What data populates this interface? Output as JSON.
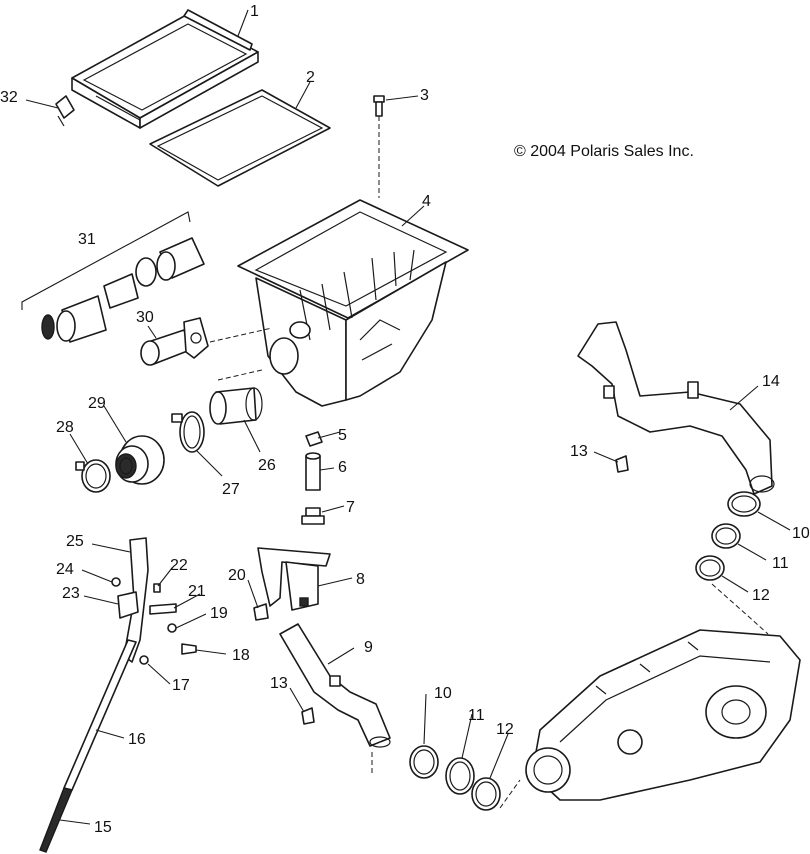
{
  "copyright": "© 2004 Polaris Sales Inc.",
  "callouts": [
    "1",
    "2",
    "3",
    "4",
    "5",
    "6",
    "7",
    "8",
    "9",
    "10",
    "10",
    "11",
    "11",
    "12",
    "12",
    "13",
    "13",
    "14",
    "15",
    "16",
    "17",
    "18",
    "19",
    "20",
    "21",
    "22",
    "23",
    "24",
    "25",
    "26",
    "27",
    "28",
    "29",
    "30",
    "31",
    "32"
  ]
}
